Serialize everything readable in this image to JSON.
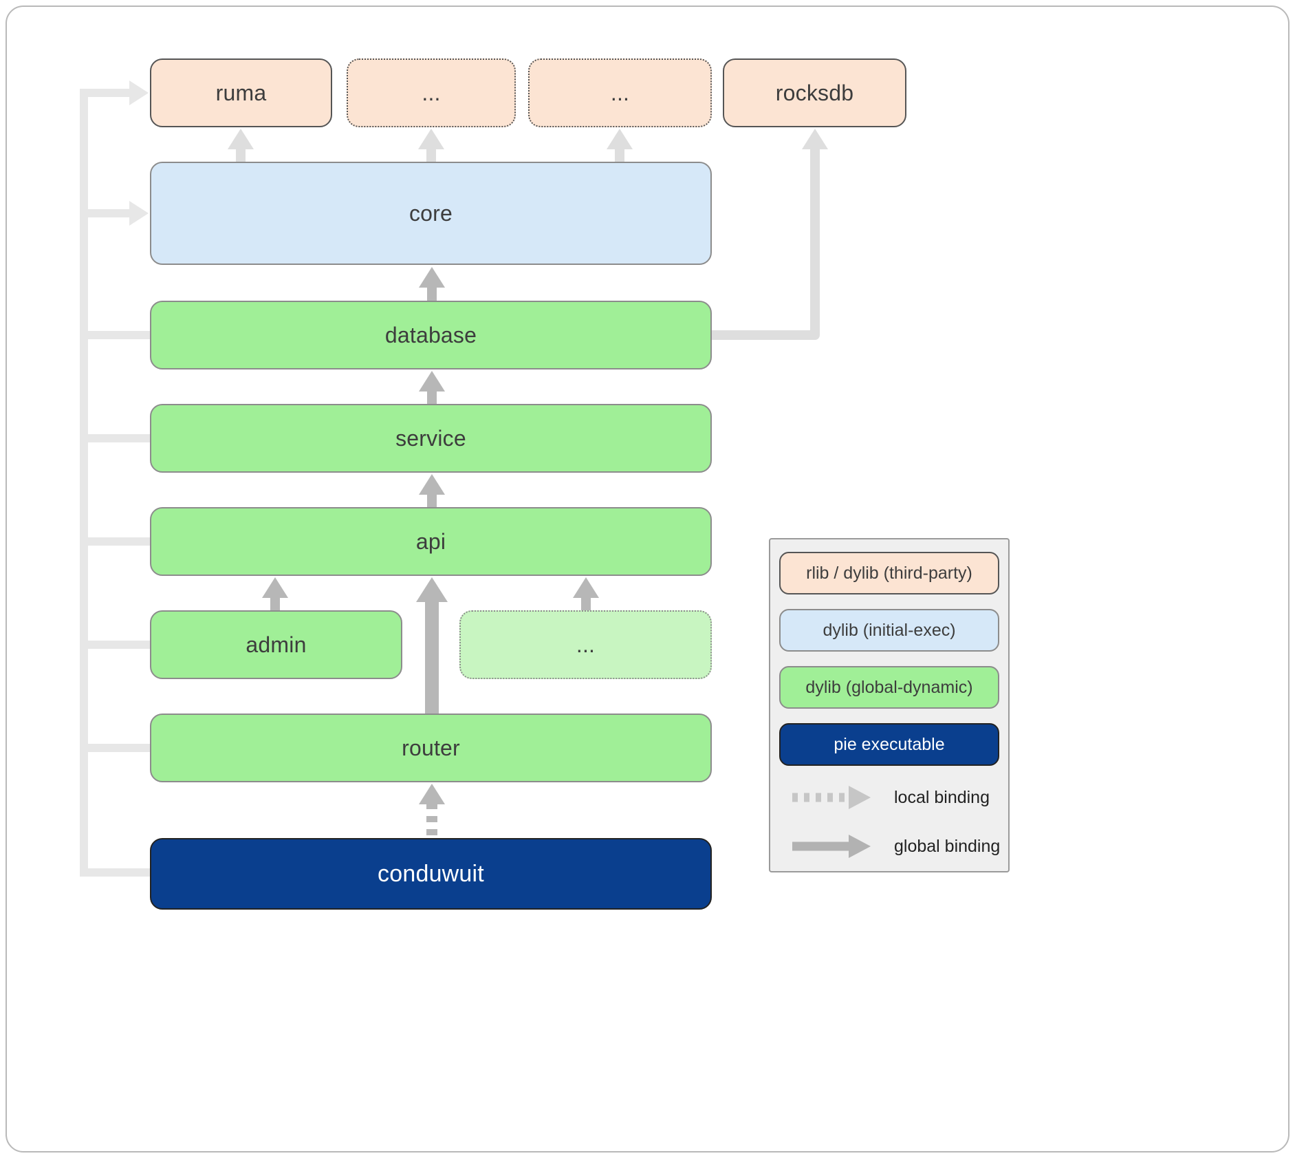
{
  "diagram": {
    "nodes": {
      "ruma": {
        "label": "ruma",
        "type": "rlib / dylib (third-party)"
      },
      "top_dots_1": {
        "label": "...",
        "type": "rlib / dylib (third-party)"
      },
      "top_dots_2": {
        "label": "...",
        "type": "rlib / dylib (third-party)"
      },
      "rocksdb": {
        "label": "rocksdb",
        "type": "rlib / dylib (third-party)"
      },
      "core": {
        "label": "core",
        "type": "dylib (initial-exec)"
      },
      "database": {
        "label": "database",
        "type": "dylib (global-dynamic)"
      },
      "service": {
        "label": "service",
        "type": "dylib (global-dynamic)"
      },
      "api": {
        "label": "api",
        "type": "dylib (global-dynamic)"
      },
      "admin": {
        "label": "admin",
        "type": "dylib (global-dynamic)"
      },
      "mid_dots": {
        "label": "...",
        "type": "dylib (global-dynamic)"
      },
      "router": {
        "label": "router",
        "type": "dylib (global-dynamic)"
      },
      "conduwuit": {
        "label": "conduwuit",
        "type": "pie executable"
      }
    },
    "edges": [
      {
        "from": "core",
        "to": "ruma",
        "binding": "global"
      },
      {
        "from": "core",
        "to": "top_dots_1",
        "binding": "global"
      },
      {
        "from": "core",
        "to": "top_dots_2",
        "binding": "global"
      },
      {
        "from": "database",
        "to": "rocksdb",
        "binding": "global"
      },
      {
        "from": "database",
        "to": "core",
        "binding": "global"
      },
      {
        "from": "service",
        "to": "database",
        "binding": "global"
      },
      {
        "from": "api",
        "to": "service",
        "binding": "global"
      },
      {
        "from": "admin",
        "to": "api",
        "binding": "global"
      },
      {
        "from": "mid_dots",
        "to": "api",
        "binding": "global"
      },
      {
        "from": "router",
        "to": "api",
        "binding": "global"
      },
      {
        "from": "conduwuit",
        "to": "router",
        "binding": "local"
      },
      {
        "from": "conduwuit",
        "to": "ruma",
        "binding": "global"
      },
      {
        "from": "conduwuit",
        "to": "core",
        "binding": "global"
      },
      {
        "from": "conduwuit",
        "to": "database",
        "binding": "global"
      },
      {
        "from": "conduwuit",
        "to": "service",
        "binding": "global"
      },
      {
        "from": "conduwuit",
        "to": "api",
        "binding": "global"
      },
      {
        "from": "conduwuit",
        "to": "admin",
        "binding": "global"
      },
      {
        "from": "conduwuit",
        "to": "router",
        "binding": "global"
      }
    ],
    "legend": {
      "items": [
        {
          "label": "rlib / dylib (third-party)"
        },
        {
          "label": "dylib (initial-exec)"
        },
        {
          "label": "dylib (global-dynamic)"
        },
        {
          "label": "pie executable"
        }
      ],
      "local_binding_label": "local binding",
      "global_binding_label": "global binding"
    },
    "colors": {
      "third_party_fill": "#fce4d3",
      "initial_exec_fill": "#d6e8f8",
      "global_dynamic_fill": "#a0ef97",
      "global_dynamic_light_fill": "#c8f5c1",
      "pie_executable_fill": "#0a3f8e",
      "arrow_medium": "#b7b7b7",
      "arrow_light": "#dedede",
      "legend_background": "#efefef"
    }
  }
}
